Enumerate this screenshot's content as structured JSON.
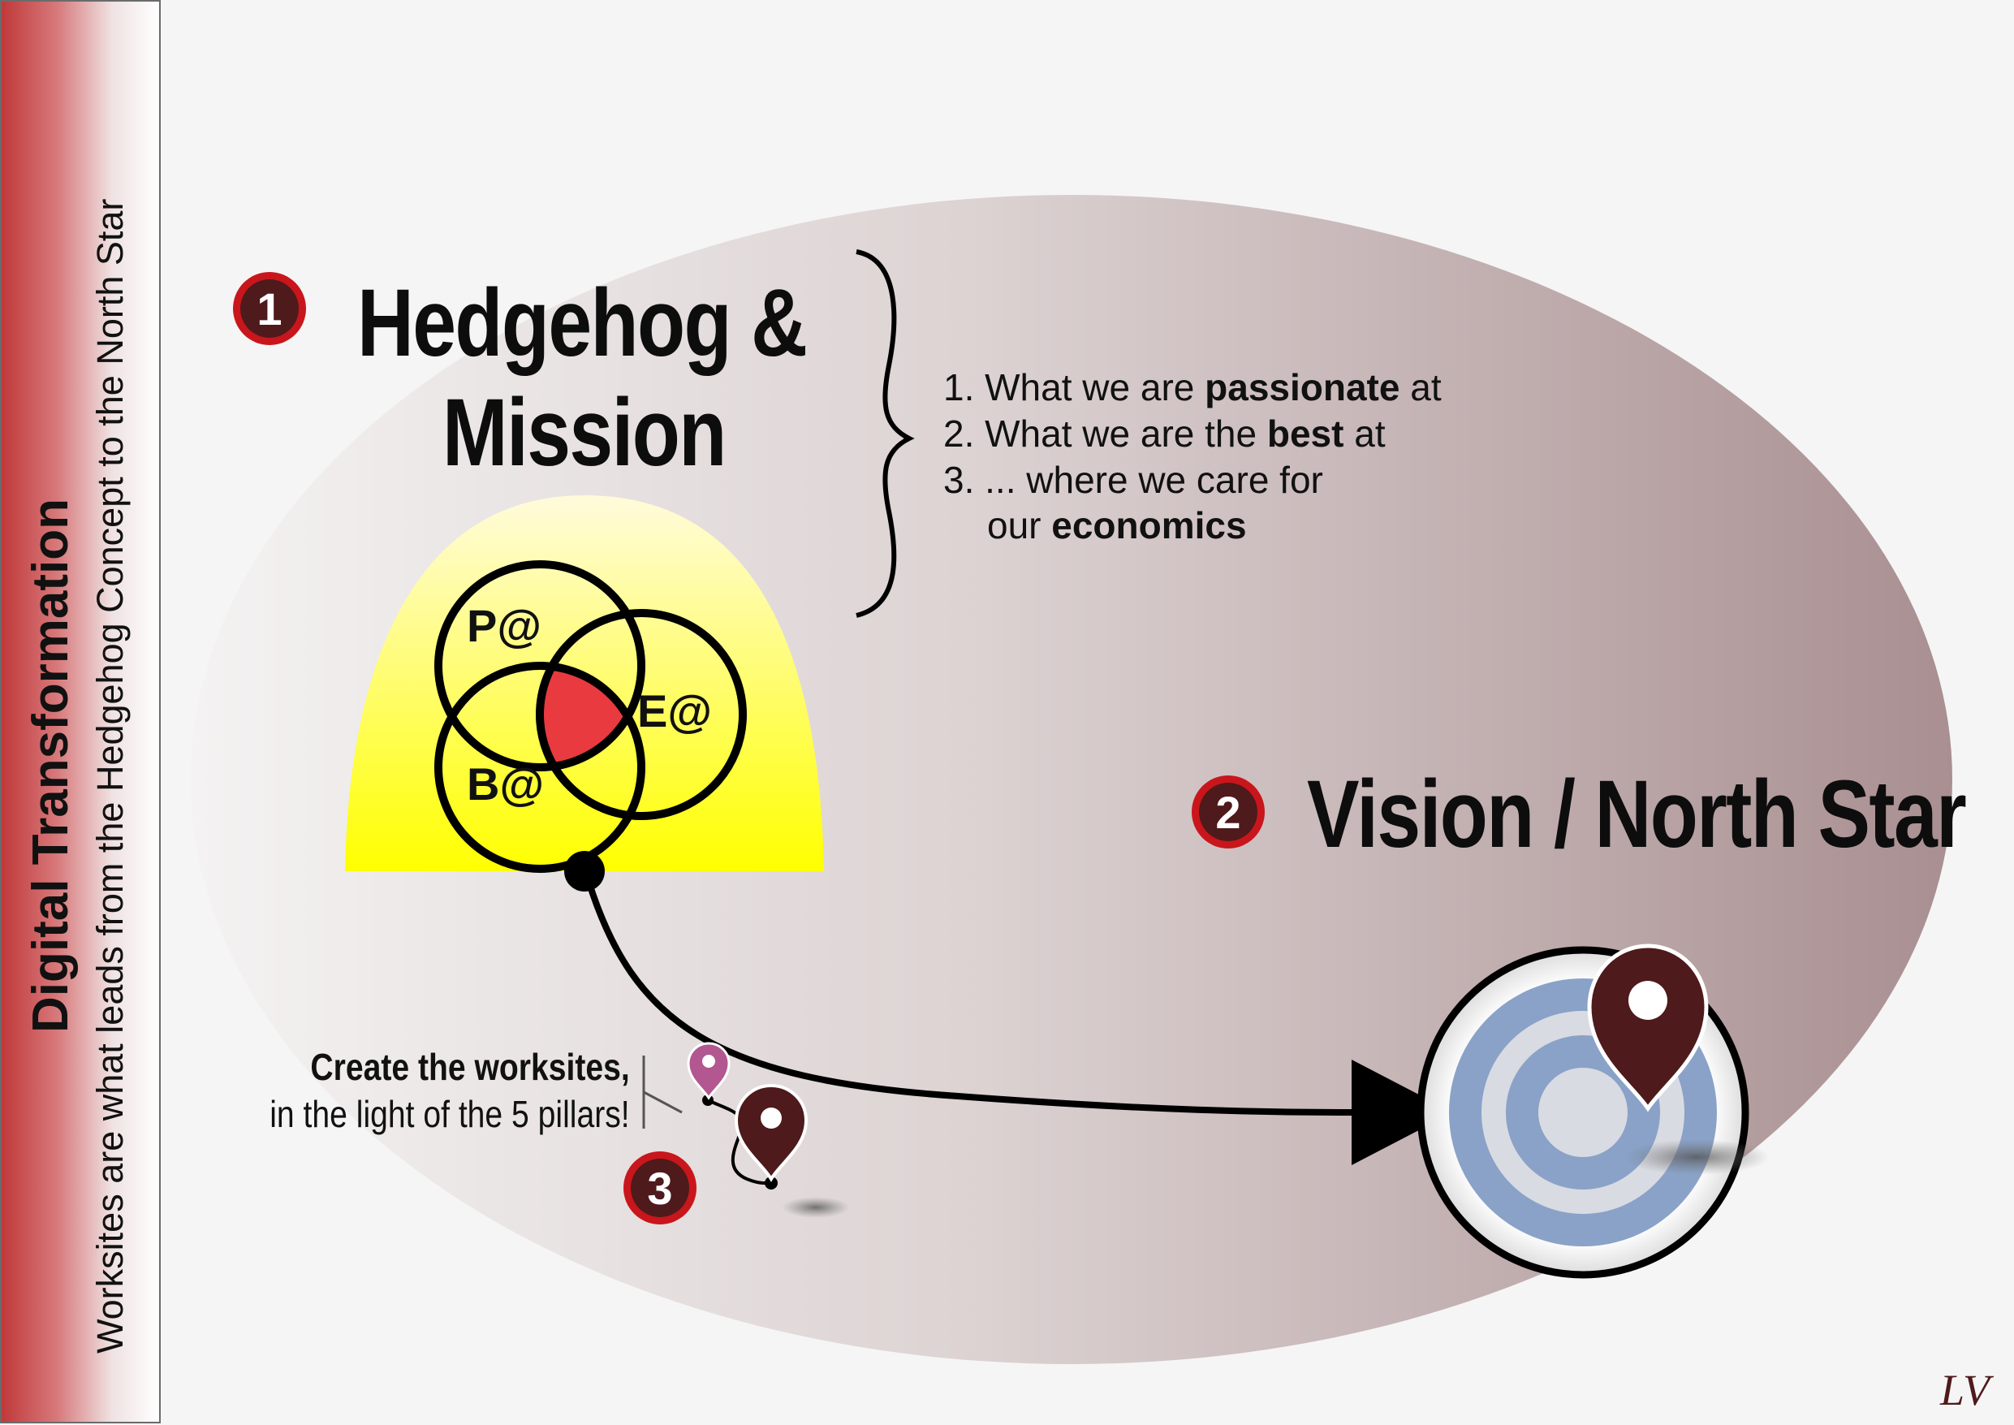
{
  "sidebar": {
    "title": "Digital Transformation",
    "subtitle": "Worksites are what leads from the Hedgehog Concept to the North Star"
  },
  "hedgehog": {
    "badge": "1",
    "title_line1": "Hedgehog &",
    "title_line2": "Mission"
  },
  "criteria": [
    {
      "prefix": "1. What we are ",
      "bold": "passionate",
      "suffix": " at"
    },
    {
      "prefix": "2. What we are the ",
      "bold": "best",
      "suffix": " at"
    },
    {
      "prefix": "3. ... where we care for",
      "bold": "",
      "suffix": ""
    },
    {
      "prefix": "our ",
      "bold": "economics",
      "suffix": ""
    }
  ],
  "venn": {
    "passion": "P@",
    "economics": "E@",
    "best": "B@"
  },
  "vision": {
    "badge": "2",
    "title": "Vision / North Star"
  },
  "worksites": {
    "badge": "3",
    "line1": "Create the worksites,",
    "line2": "in the light of the 5 pillars!"
  },
  "colors": {
    "badge_fill": "#4e1a1b",
    "badge_ring": "#c8161c",
    "venn_center": "#e83a3f",
    "hill_top": "#fffbdc",
    "hill_bottom": "#ffff00",
    "target_blue": "#8aa2c8",
    "pin_dark": "#4e1a1b",
    "pin_light": "#b2578f"
  },
  "logo": "LV"
}
